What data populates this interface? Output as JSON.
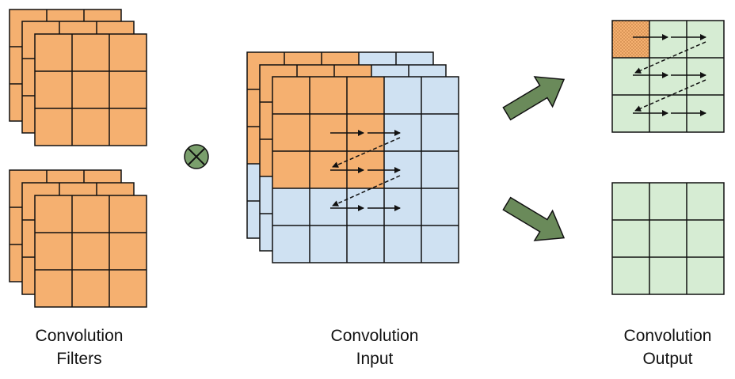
{
  "colors": {
    "orange": "#f5b070",
    "blue": "#cfe1f2",
    "green_cell": "#d6ecd3",
    "arrow_green": "#6a8a5a",
    "operator_green": "#7a9f6c",
    "stroke": "#111111"
  },
  "captions": {
    "filters": {
      "line1": "Convolution",
      "line2": "Filters"
    },
    "input": {
      "line1": "Convolution",
      "line2": "Input"
    },
    "output": {
      "line1": "Convolution",
      "line2": "Output"
    }
  },
  "operator": {
    "icon": "circled-times-icon",
    "glyph": "⊗"
  },
  "filters": {
    "count": 2,
    "layers_per_filter": 3,
    "grid": [
      3,
      3
    ]
  },
  "input": {
    "layers": 3,
    "grid": [
      5,
      5
    ],
    "active_window": [
      3,
      3
    ]
  },
  "output": {
    "count": 2,
    "grid": [
      3,
      3
    ],
    "first_cell_dotted": true
  }
}
